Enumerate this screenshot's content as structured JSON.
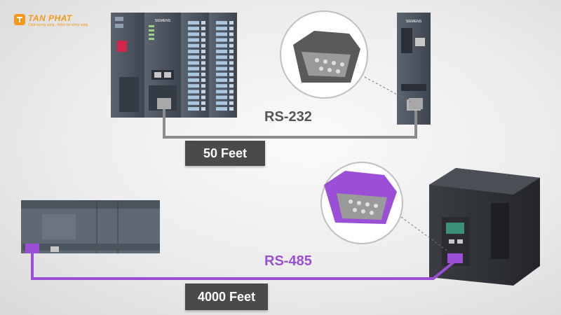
{
  "brand": {
    "name": "TAN PHAT",
    "tagline": "Chất lượng vàng - Niềm tin vững vàng",
    "color": "#f39a1e"
  },
  "plc_top": {
    "vendor": "SIEMENS"
  },
  "link_top": {
    "protocol": "RS-232",
    "distance": "50 Feet",
    "cable_color": "#8c8c8c",
    "text_color": "#555555"
  },
  "link_bottom": {
    "protocol": "RS-485",
    "distance": "4000 Feet",
    "cable_color": "#9b4fd6",
    "text_color": "#9b4fd6"
  },
  "icons": [
    "db9-connector-icon-gray",
    "db9-connector-icon-purple"
  ]
}
